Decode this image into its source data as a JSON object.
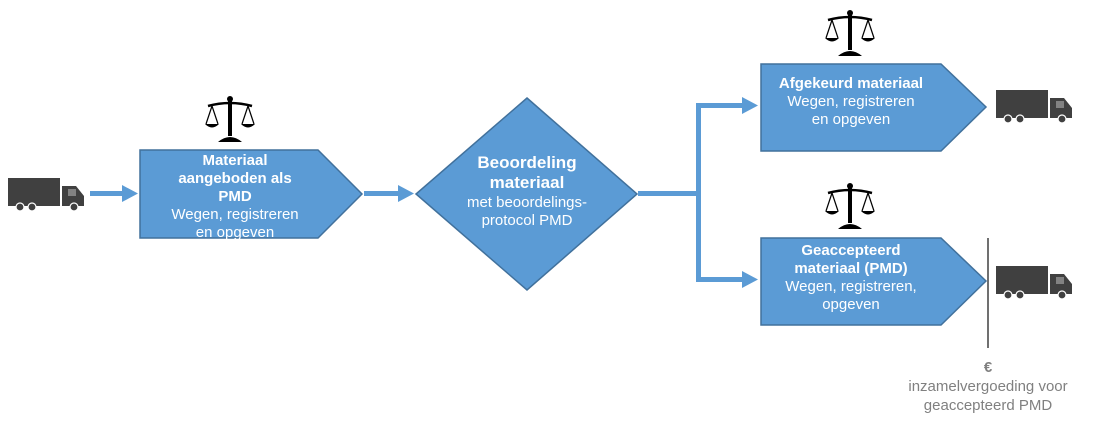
{
  "steps": {
    "offered": {
      "title": "Materiaal aangeboden als PMD",
      "sub1": "Wegen, registreren",
      "sub2": "en opgeven"
    },
    "assessment": {
      "title1": "Beoordeling",
      "title2": "materiaal",
      "sub1": "met beoordelings-",
      "sub2": "protocol PMD"
    },
    "rejected": {
      "title": "Afgekeurd materiaal",
      "sub1": "Wegen, registreren",
      "sub2": "en opgeven"
    },
    "accepted": {
      "title1": "Geaccepteerd",
      "title2": "materiaal (PMD)",
      "sub1": "Wegen, registreren,",
      "sub2": "opgeven"
    }
  },
  "fee_note": {
    "currency": "€",
    "line1": "inzamelvergoeding voor",
    "line2": "geaccepteerd PMD"
  },
  "icons": [
    "truck-icon",
    "scale-icon"
  ],
  "colors": {
    "shape_fill": "#5b9bd5",
    "shape_stroke": "#41719c",
    "arrow": "#5b9bd5",
    "truck": "#404040",
    "note_text": "#808080"
  }
}
